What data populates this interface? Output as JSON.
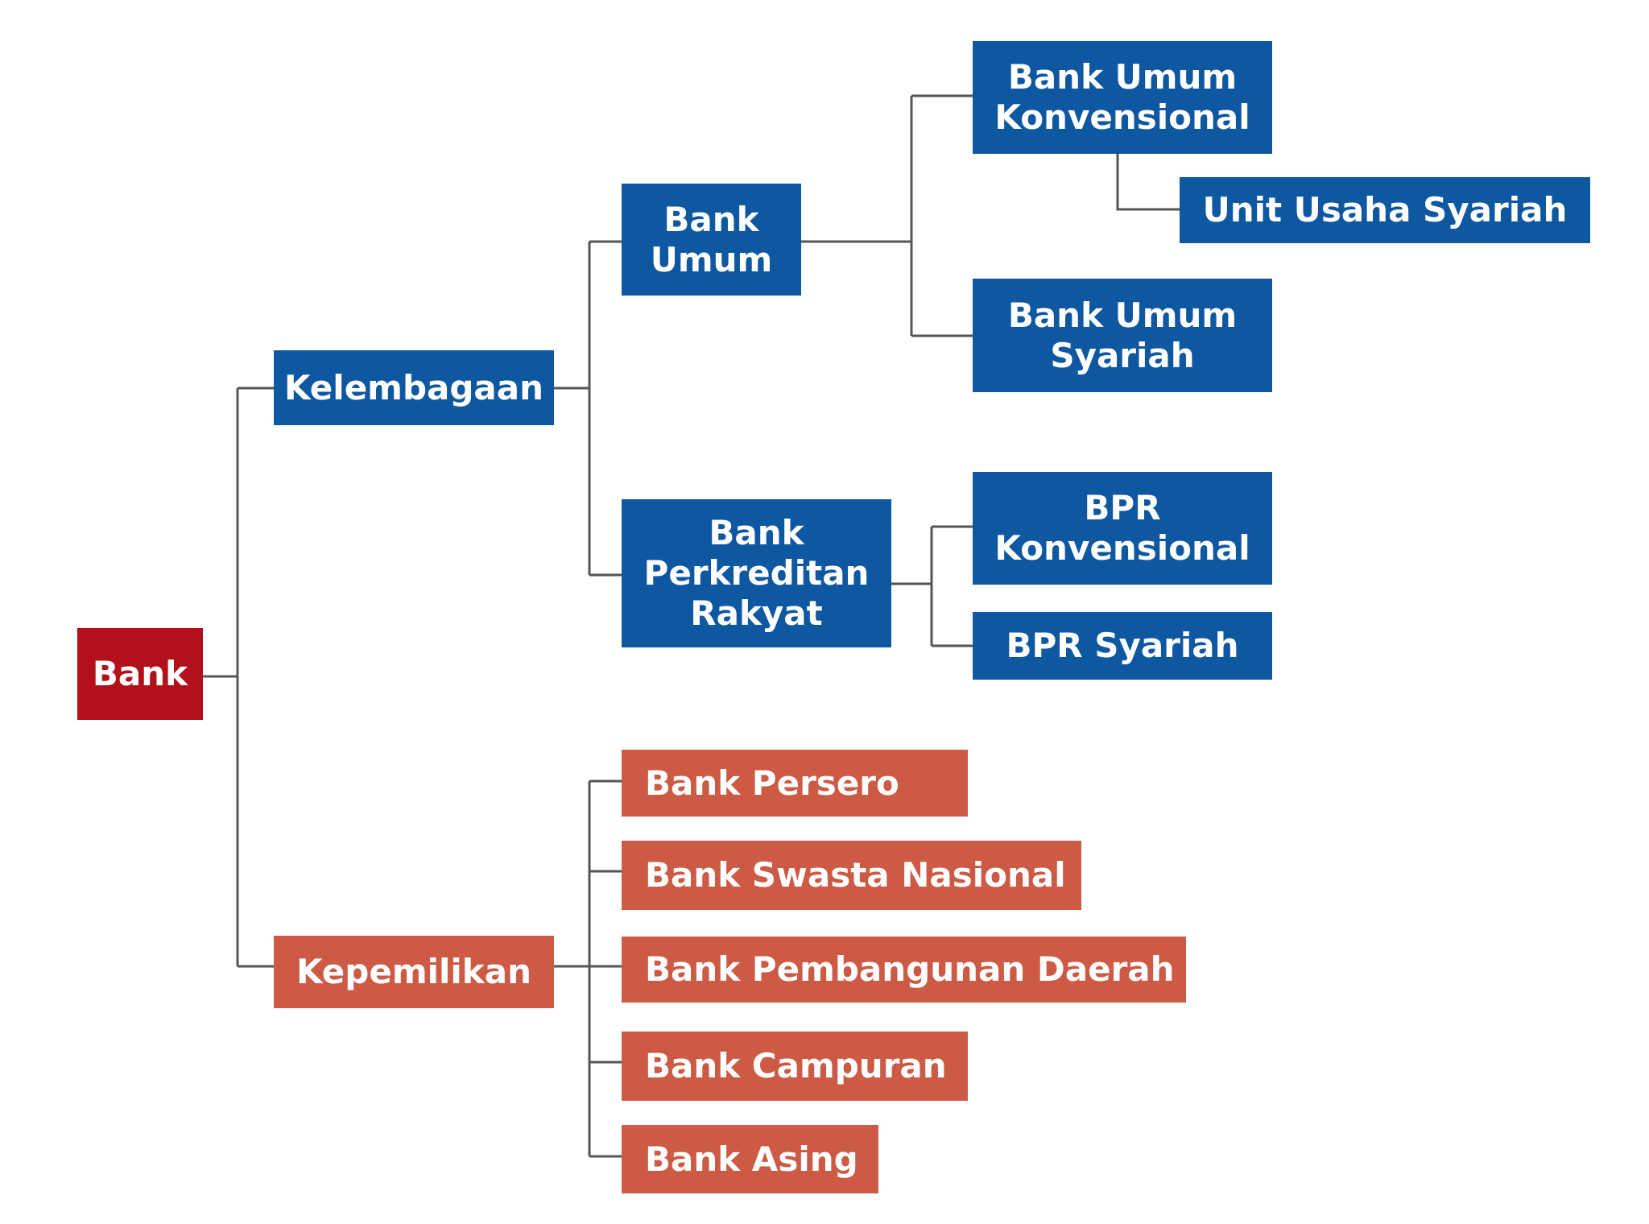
{
  "diagram": {
    "root": {
      "label": "Bank"
    },
    "categories": {
      "kelembagaan": {
        "label": "Kelembagaan",
        "bank_umum": {
          "label": "Bank\nUmum",
          "konvensional": {
            "label": "Bank Umum\nKonvensional"
          },
          "unit_usaha_syariah": {
            "label": "Unit Usaha Syariah"
          },
          "syariah": {
            "label": "Bank Umum\nSyariah"
          }
        },
        "bpr": {
          "label": "Bank\nPerkreditan\nRakyat",
          "konvensional": {
            "label": "BPR\nKonvensional"
          },
          "syariah": {
            "label": "BPR Syariah"
          }
        }
      },
      "kepemilikan": {
        "label": "Kepemilikan",
        "items": [
          {
            "label": "Bank Persero"
          },
          {
            "label": "Bank Swasta Nasional"
          },
          {
            "label": "Bank Pembangunan Daerah"
          },
          {
            "label": "Bank Campuran"
          },
          {
            "label": "Bank Asing"
          }
        ]
      }
    },
    "colors": {
      "root": "#b3101c",
      "kelembagaan": "#0e57a1",
      "kepemilikan": "#cc5a45",
      "connector": "#555555"
    }
  }
}
